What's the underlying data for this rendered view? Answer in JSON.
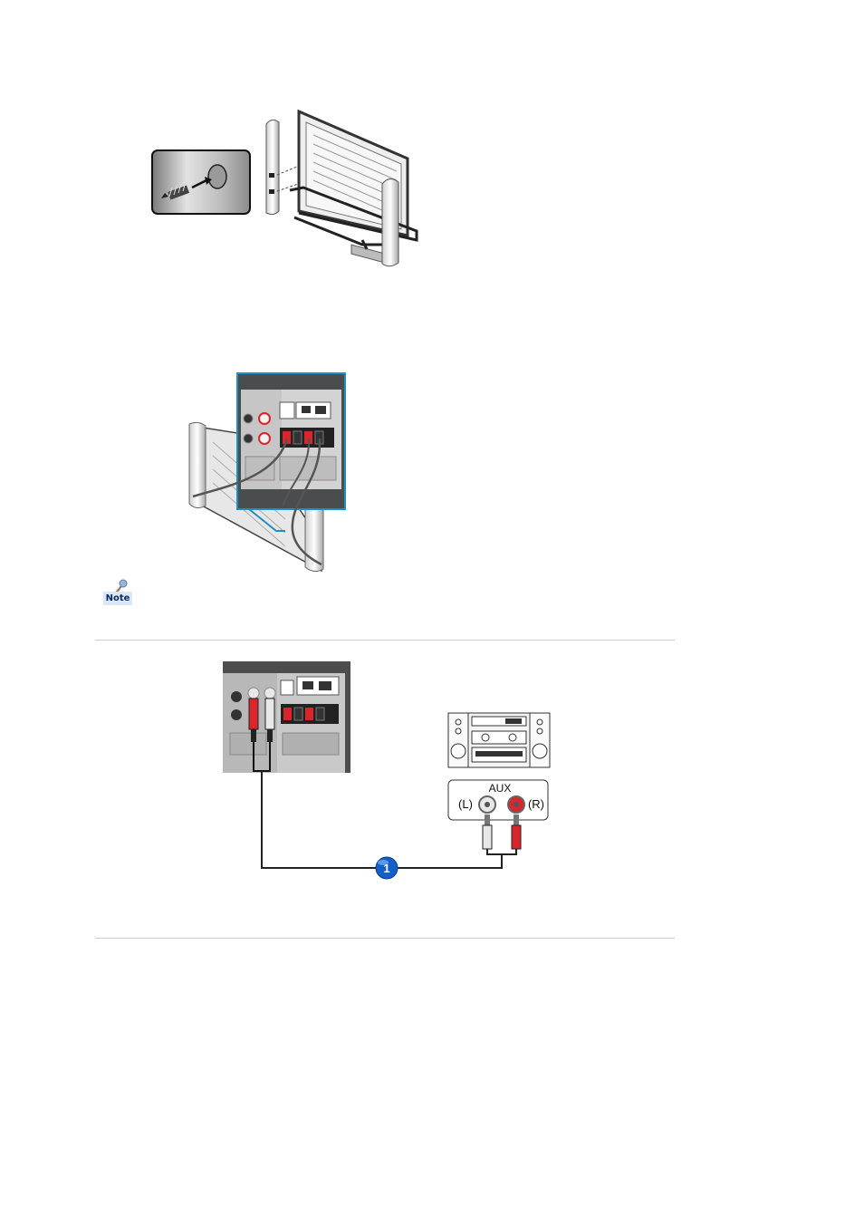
{
  "note": {
    "label": "Note"
  },
  "connection": {
    "aux_label": "AUX",
    "left_label": "(L)",
    "right_label": "(R)",
    "step_number": "1"
  },
  "colors": {
    "callout_frame": "#1e8fc6",
    "step_badge": "#1560c8",
    "rca_red": "#d8262c",
    "rca_white": "#e8e8e8"
  }
}
